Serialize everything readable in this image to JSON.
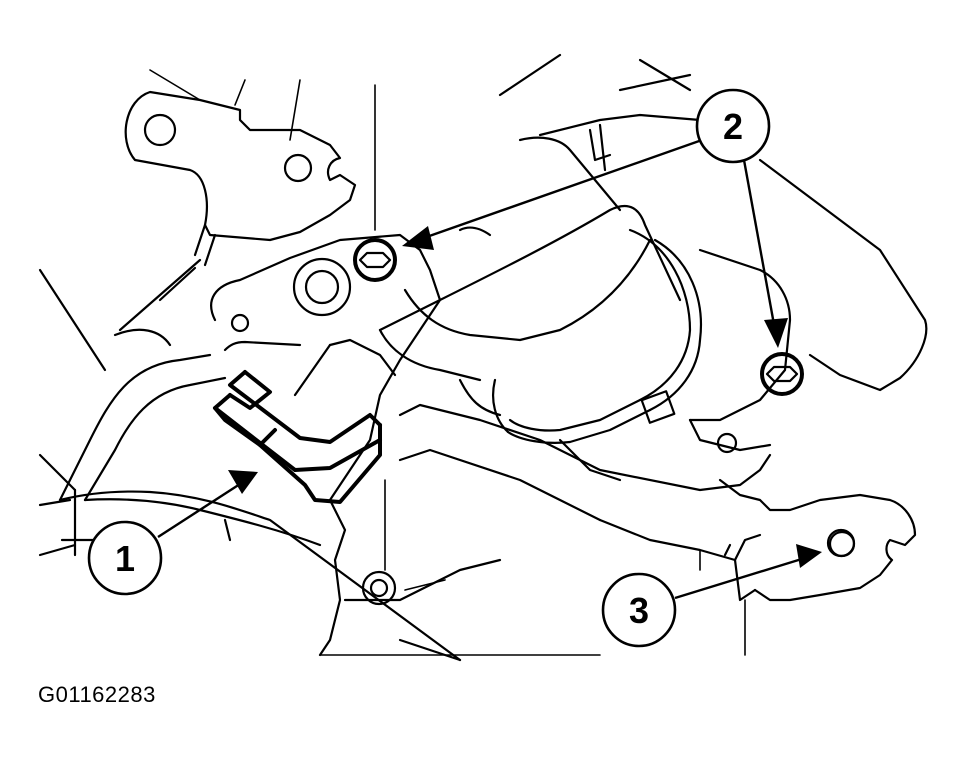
{
  "figure": {
    "figure_id": "G01162283",
    "callouts": [
      {
        "label": "1"
      },
      {
        "label": "2"
      },
      {
        "label": "3"
      }
    ]
  }
}
